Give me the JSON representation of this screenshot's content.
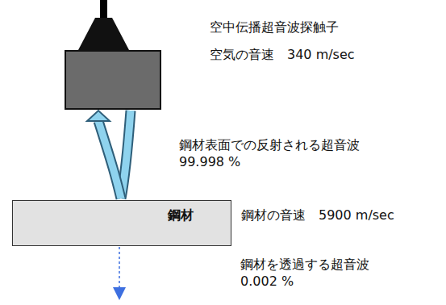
{
  "diagram": {
    "nodes": [
      {
        "text": [
          "空中伝播超音波探触子",
          "空気の音速　340 m/sec"
        ]
      },
      {
        "text": [
          "鋼材",
          "鋼材の音速　5900 m/sec"
        ]
      }
    ],
    "edges": [
      {
        "from": 1,
        "to": 0,
        "arrow": "to",
        "label": "鋼材表面での反射される超音波 99.998 %"
      }
    ],
    "labels": [
      "鋼材を透過する超音波 0.002 %"
    ]
  }
}
